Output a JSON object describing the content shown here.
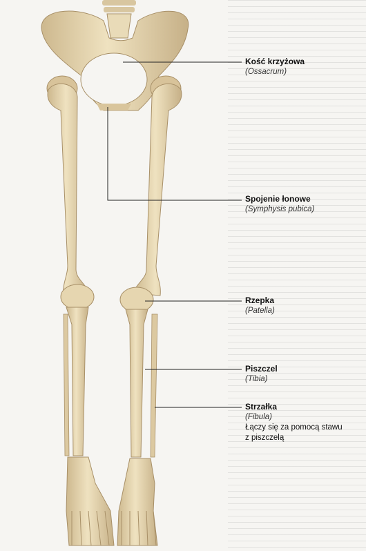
{
  "labels": [
    {
      "polish": "Kość krzyżowa",
      "latin": "(Ossacrum)"
    },
    {
      "polish": "Spojenie łonowe",
      "latin": "(Symphysis pubica)"
    },
    {
      "polish": "Rzepka",
      "latin": "(Patella)"
    },
    {
      "polish": "Piszczel",
      "latin": "(Tibia)"
    },
    {
      "polish": "Strzałka",
      "latin": "(Fibula)",
      "note_line1": "Łączy się za pomocą stawu",
      "note_line2": "z piszczelą"
    }
  ],
  "colors": {
    "bone": "#e8d9b4",
    "bone_shade": "#c9b48a",
    "leader": "#222222",
    "background": "#f6f5f2"
  },
  "figure_icon": "lower-limb-skeleton-illustration"
}
